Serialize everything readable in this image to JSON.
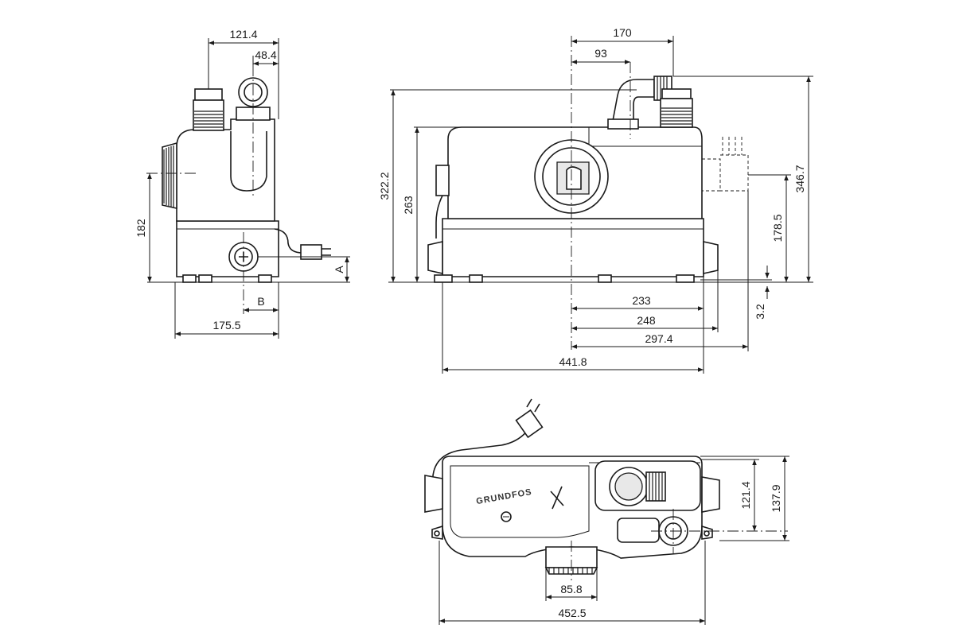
{
  "side_view": {
    "dims": {
      "top_width": "121.4",
      "outlet_offset": "48.4",
      "inlet_height": "182",
      "bottom_width": "175.5",
      "dim_b": "B",
      "dim_a": "A"
    }
  },
  "front_view": {
    "dims": {
      "outlet_width": "170",
      "outlet_center": "93",
      "total_height": "322.2",
      "body_height": "263",
      "overall_height": "346.7",
      "side_inlet_height": "178.5",
      "foot_offset": "3.2",
      "to_inlet_a": "233",
      "to_inlet_b": "248",
      "to_inlet_c": "297.4",
      "overall_length": "441.8"
    }
  },
  "top_view": {
    "brand": "GRUNDFOS",
    "dims": {
      "outlet_depth": "121.4",
      "overall_depth": "137.9",
      "bottom_inlet_width": "85.8",
      "overall_width": "452.5"
    }
  }
}
